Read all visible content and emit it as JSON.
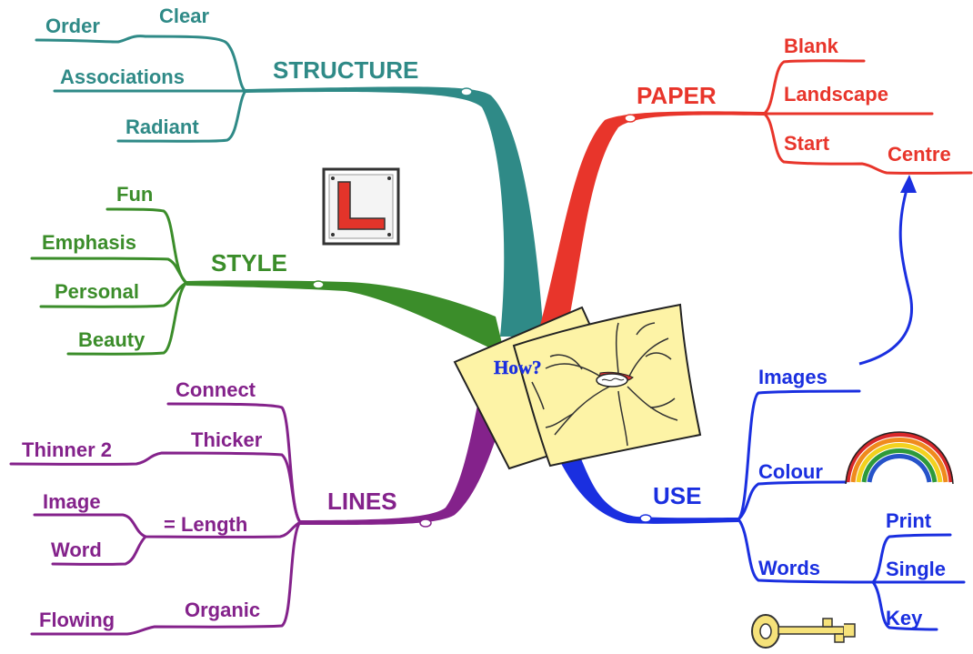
{
  "center": {
    "label": "How?"
  },
  "structure": {
    "title": "STRUCTURE",
    "items": [
      "Clear",
      "Order",
      "Associations",
      "Radiant"
    ]
  },
  "style": {
    "title": "STYLE",
    "items": [
      "Fun",
      "Emphasis",
      "Personal",
      "Beauty"
    ]
  },
  "lines": {
    "title": "LINES",
    "items": [
      "Connect",
      "Thicker",
      "Thinner 2",
      "= Length",
      "Image",
      "Word",
      "Organic",
      "Flowing"
    ]
  },
  "paper": {
    "title": "PAPER",
    "items": [
      "Blank",
      "Landscape",
      "Start",
      "Centre"
    ]
  },
  "use": {
    "title": "USE",
    "items": [
      "Images",
      "Colour",
      "Words",
      "Print",
      "Single",
      "Key"
    ]
  },
  "icons": [
    "learner-plate-icon",
    "rainbow-icon",
    "key-icon",
    "mini-mind-map-icon"
  ],
  "colors": {
    "structure": "#2f8a87",
    "paper": "#e8352b",
    "style": "#3b8d2a",
    "lines": "#84228b",
    "use": "#1a2fe0",
    "center_paper": "#fdf3a6"
  }
}
